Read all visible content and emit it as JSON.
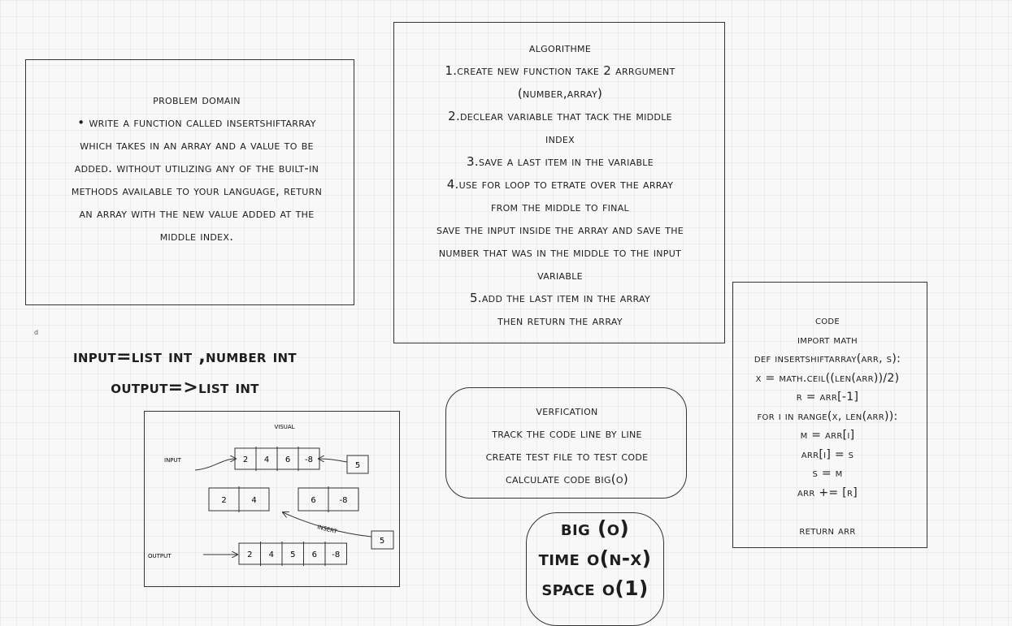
{
  "problem": {
    "title": "problem domain",
    "bullet": "Write a function called insertShiftArray which takes in an array and a value to be added. Without utilizing any of the built-in methods available to your language, return an array with the new value added at the middle index."
  },
  "algorithm": {
    "lines": [
      "algorithme",
      "1.create new function take 2 arrgument",
      "(number,array)",
      "2.declear variable that tack the middle",
      "index",
      "3.save a last item in the variable",
      "4.use for loop to etrate over the array",
      "from the middle to final",
      "save the input inside the array and save the",
      "number that was in the middle to the input",
      "variable",
      "5.add the last item in the array",
      "then return the array"
    ]
  },
  "code": {
    "lines": [
      "Code",
      "import math",
      "def insertShiftArray(arr, s):",
      "x = math.ceil((len(arr))/2)",
      "r = arr[-1]",
      "for i in range(x, len(arr)):",
      "m = arr[i]",
      "arr[i] = s",
      "s = m",
      "arr += [r]",
      "",
      "return arr"
    ]
  },
  "io": {
    "input": "input=list int ,number int",
    "output": "output=>List int"
  },
  "mark": "d",
  "verification": {
    "lines": [
      "verfication",
      "track the code line by line",
      "create test file to test code",
      "calculate code Big(O)"
    ]
  },
  "bigo": {
    "lines": [
      "Big (O)",
      "time O(n-x)",
      "space O(1)"
    ]
  },
  "visual": {
    "title": "visual",
    "input_label": "input",
    "output_label": "output",
    "insert_label": "insert",
    "input_array": [
      "2",
      "4",
      "6",
      "-8"
    ],
    "value": "5",
    "left_half": [
      "2",
      "4"
    ],
    "right_half": [
      "6",
      "-8"
    ],
    "output_array": [
      "2",
      "4",
      "5",
      "6",
      "-8"
    ]
  }
}
